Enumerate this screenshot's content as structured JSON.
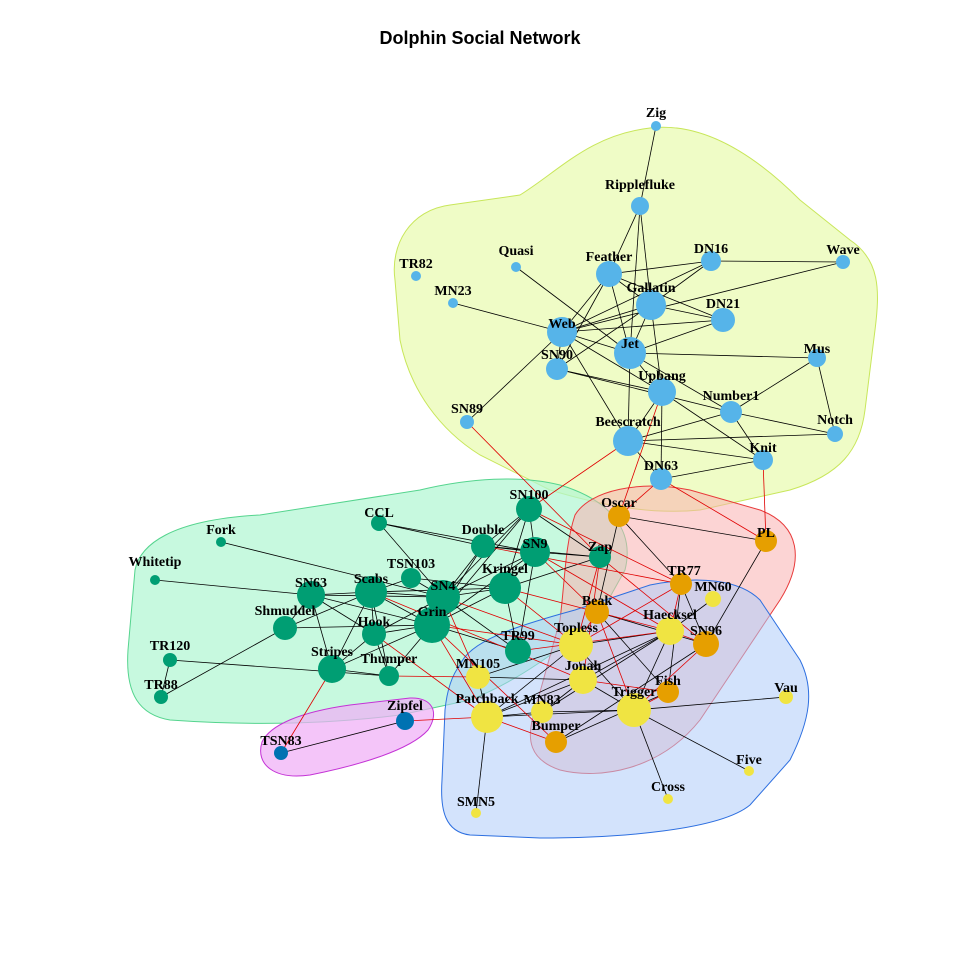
{
  "title": "Dolphin Social Network",
  "colors": {
    "group_blue_fill": "#e9fbb0",
    "group_blue_stroke": "#c8e65a",
    "group_green_fill": "#b2f6d2",
    "group_green_stroke": "#55d48e",
    "group_red_fill": "#f9b1b1",
    "group_red_stroke": "#e83a3a",
    "group_lightblue_fill": "#afccfa",
    "group_lightblue_stroke": "#2d6fe0",
    "group_magenta_fill": "#f0aef6",
    "group_magenta_stroke": "#c433d6",
    "node_skyblue": "#56b4e9",
    "node_green": "#009e73",
    "node_orange": "#e69f00",
    "node_yellow": "#f0e442",
    "node_darkblue": "#0072b2",
    "edge_within": "#000000",
    "edge_between": "#e00000"
  },
  "nodes": [
    {
      "id": "Zig",
      "label": "Zig",
      "community": "skyblue"
    },
    {
      "id": "Ripplefluke",
      "label": "Ripplefluke",
      "community": "skyblue"
    },
    {
      "id": "Quasi",
      "label": "Quasi",
      "community": "skyblue"
    },
    {
      "id": "Feather",
      "label": "Feather",
      "community": "skyblue"
    },
    {
      "id": "DN16",
      "label": "DN16",
      "community": "skyblue"
    },
    {
      "id": "Wave",
      "label": "Wave",
      "community": "skyblue"
    },
    {
      "id": "TR82",
      "label": "TR82",
      "community": "skyblue"
    },
    {
      "id": "MN23",
      "label": "MN23",
      "community": "skyblue"
    },
    {
      "id": "Gallatin",
      "label": "Gallatin",
      "community": "skyblue"
    },
    {
      "id": "DN21",
      "label": "DN21",
      "community": "skyblue"
    },
    {
      "id": "Web",
      "label": "Web",
      "community": "skyblue"
    },
    {
      "id": "Jet",
      "label": "Jet",
      "community": "skyblue"
    },
    {
      "id": "Mus",
      "label": "Mus",
      "community": "skyblue"
    },
    {
      "id": "SN90",
      "label": "SN90",
      "community": "skyblue"
    },
    {
      "id": "Upbang",
      "label": "Upbang",
      "community": "skyblue"
    },
    {
      "id": "Number1",
      "label": "Number1",
      "community": "skyblue"
    },
    {
      "id": "SN89",
      "label": "SN89",
      "community": "skyblue"
    },
    {
      "id": "Notch",
      "label": "Notch",
      "community": "skyblue"
    },
    {
      "id": "Beescratch",
      "label": "Beescratch",
      "community": "skyblue"
    },
    {
      "id": "Knit",
      "label": "Knit",
      "community": "skyblue"
    },
    {
      "id": "DN63",
      "label": "DN63",
      "community": "skyblue"
    },
    {
      "id": "SN100",
      "label": "SN100",
      "community": "green"
    },
    {
      "id": "CCL",
      "label": "CCL",
      "community": "green"
    },
    {
      "id": "Fork",
      "label": "Fork",
      "community": "green"
    },
    {
      "id": "Double",
      "label": "Double",
      "community": "green"
    },
    {
      "id": "SN9",
      "label": "SN9",
      "community": "green"
    },
    {
      "id": "Whitetip",
      "label": "Whitetip",
      "community": "green"
    },
    {
      "id": "TSN103",
      "label": "TSN103",
      "community": "green"
    },
    {
      "id": "Zap",
      "label": "Zap",
      "community": "green"
    },
    {
      "id": "Kringel",
      "label": "Kringel",
      "community": "green"
    },
    {
      "id": "SN63",
      "label": "SN63",
      "community": "green"
    },
    {
      "id": "Scabs",
      "label": "Scabs",
      "community": "green"
    },
    {
      "id": "SN4",
      "label": "SN4",
      "community": "green"
    },
    {
      "id": "Shmuddel",
      "label": "Shmuddel",
      "community": "green"
    },
    {
      "id": "Grin",
      "label": "Grin",
      "community": "green"
    },
    {
      "id": "Hook",
      "label": "Hook",
      "community": "green"
    },
    {
      "id": "TR99",
      "label": "TR99",
      "community": "green"
    },
    {
      "id": "TR120",
      "label": "TR120",
      "community": "green"
    },
    {
      "id": "Stripes",
      "label": "Stripes",
      "community": "green"
    },
    {
      "id": "Thumper",
      "label": "Thumper",
      "community": "green"
    },
    {
      "id": "TR88",
      "label": "TR88",
      "community": "green"
    },
    {
      "id": "Oscar",
      "label": "Oscar",
      "community": "orange"
    },
    {
      "id": "PL",
      "label": "PL",
      "community": "orange"
    },
    {
      "id": "TR77",
      "label": "TR77",
      "community": "orange"
    },
    {
      "id": "Beak",
      "label": "Beak",
      "community": "orange"
    },
    {
      "id": "SN96",
      "label": "SN96",
      "community": "orange"
    },
    {
      "id": "Fish",
      "label": "Fish",
      "community": "orange"
    },
    {
      "id": "Bumper",
      "label": "Bumper",
      "community": "orange"
    },
    {
      "id": "MN60",
      "label": "MN60",
      "community": "yellow"
    },
    {
      "id": "Haecksel",
      "label": "Haecksel",
      "community": "yellow"
    },
    {
      "id": "Topless",
      "label": "Topless",
      "community": "yellow"
    },
    {
      "id": "MN105",
      "label": "MN105",
      "community": "yellow"
    },
    {
      "id": "Jonah",
      "label": "Jonah",
      "community": "yellow"
    },
    {
      "id": "Patchback",
      "label": "Patchback",
      "community": "yellow"
    },
    {
      "id": "MN83",
      "label": "MN83",
      "community": "yellow"
    },
    {
      "id": "Trigger",
      "label": "Trigger",
      "community": "yellow"
    },
    {
      "id": "Vau",
      "label": "Vau",
      "community": "yellow"
    },
    {
      "id": "Five",
      "label": "Five",
      "community": "yellow"
    },
    {
      "id": "Cross",
      "label": "Cross",
      "community": "yellow"
    },
    {
      "id": "SMN5",
      "label": "SMN5",
      "community": "yellow"
    },
    {
      "id": "Zipfel",
      "label": "Zipfel",
      "community": "darkblue"
    },
    {
      "id": "TSN83",
      "label": "TSN83",
      "community": "darkblue"
    }
  ],
  "edges": [
    [
      "Zig",
      "Ripplefluke"
    ],
    [
      "Ripplefluke",
      "Feather"
    ],
    [
      "Ripplefluke",
      "Gallatin"
    ],
    [
      "Ripplefluke",
      "Jet"
    ],
    [
      "Quasi",
      "Jet"
    ],
    [
      "Feather",
      "DN16"
    ],
    [
      "Feather",
      "Gallatin"
    ],
    [
      "Feather",
      "Web"
    ],
    [
      "Feather",
      "Jet"
    ],
    [
      "Feather",
      "SN90"
    ],
    [
      "Feather",
      "DN21"
    ],
    [
      "DN16",
      "Wave"
    ],
    [
      "DN16",
      "Gallatin"
    ],
    [
      "DN16",
      "Web"
    ],
    [
      "Wave",
      "Web"
    ],
    [
      "MN23",
      "Web"
    ],
    [
      "Gallatin",
      "DN21"
    ],
    [
      "Gallatin",
      "Web"
    ],
    [
      "Gallatin",
      "Jet"
    ],
    [
      "Gallatin",
      "Upbang"
    ],
    [
      "Gallatin",
      "SN90"
    ],
    [
      "DN21",
      "Jet"
    ],
    [
      "DN21",
      "Web"
    ],
    [
      "Web",
      "Jet"
    ],
    [
      "Web",
      "SN90"
    ],
    [
      "Web",
      "Upbang"
    ],
    [
      "Web",
      "SN89"
    ],
    [
      "Web",
      "Beescratch"
    ],
    [
      "Jet",
      "Mus"
    ],
    [
      "Jet",
      "Upbang"
    ],
    [
      "Jet",
      "Number1"
    ],
    [
      "Jet",
      "Beescratch"
    ],
    [
      "SN90",
      "Upbang"
    ],
    [
      "SN90",
      "Number1"
    ],
    [
      "Upbang",
      "Beescratch"
    ],
    [
      "Upbang",
      "DN63"
    ],
    [
      "Upbang",
      "Knit"
    ],
    [
      "Number1",
      "Mus"
    ],
    [
      "Number1",
      "Notch"
    ],
    [
      "Number1",
      "Beescratch"
    ],
    [
      "Mus",
      "Notch"
    ],
    [
      "Beescratch",
      "Knit"
    ],
    [
      "Beescratch",
      "DN63"
    ],
    [
      "Beescratch",
      "Notch"
    ],
    [
      "Knit",
      "DN63"
    ],
    [
      "Knit",
      "Number1"
    ],
    [
      "CCL",
      "Double"
    ],
    [
      "CCL",
      "SN4"
    ],
    [
      "CCL",
      "SN9"
    ],
    [
      "Fork",
      "SN4"
    ],
    [
      "SN100",
      "SN9"
    ],
    [
      "SN100",
      "Double"
    ],
    [
      "SN100",
      "Kringel"
    ],
    [
      "SN100",
      "Grin"
    ],
    [
      "SN100",
      "SN4"
    ],
    [
      "SN100",
      "Zap"
    ],
    [
      "Double",
      "SN9"
    ],
    [
      "Double",
      "SN4"
    ],
    [
      "Double",
      "Grin"
    ],
    [
      "Double",
      "Zap"
    ],
    [
      "SN9",
      "Kringel"
    ],
    [
      "SN9",
      "SN4"
    ],
    [
      "SN9",
      "Grin"
    ],
    [
      "SN9",
      "Zap"
    ],
    [
      "SN9",
      "TR99"
    ],
    [
      "Whitetip",
      "SN63"
    ],
    [
      "TSN103",
      "SN4"
    ],
    [
      "TSN103",
      "Scabs"
    ],
    [
      "TSN103",
      "Kringel"
    ],
    [
      "Zap",
      "Kringel"
    ],
    [
      "Kringel",
      "SN4"
    ],
    [
      "Kringel",
      "Grin"
    ],
    [
      "Kringel",
      "TR99"
    ],
    [
      "Kringel",
      "Scabs"
    ],
    [
      "SN63",
      "Scabs"
    ],
    [
      "SN63",
      "SN4"
    ],
    [
      "SN63",
      "Shmuddel"
    ],
    [
      "SN63",
      "Hook"
    ],
    [
      "SN63",
      "Stripes"
    ],
    [
      "SN63",
      "Grin"
    ],
    [
      "Scabs",
      "SN4"
    ],
    [
      "Scabs",
      "Grin"
    ],
    [
      "Scabs",
      "Hook"
    ],
    [
      "Scabs",
      "Shmuddel"
    ],
    [
      "Scabs",
      "Thumper"
    ],
    [
      "Scabs",
      "Stripes"
    ],
    [
      "SN4",
      "Grin"
    ],
    [
      "SN4",
      "Hook"
    ],
    [
      "SN4",
      "TR99"
    ],
    [
      "Shmuddel",
      "Grin"
    ],
    [
      "Shmuddel",
      "TR88"
    ],
    [
      "Grin",
      "Hook"
    ],
    [
      "Grin",
      "TR99"
    ],
    [
      "Grin",
      "Thumper"
    ],
    [
      "Grin",
      "Stripes"
    ],
    [
      "Hook",
      "Stripes"
    ],
    [
      "Hook",
      "Thumper"
    ],
    [
      "TR120",
      "TR88"
    ],
    [
      "TR120",
      "Thumper"
    ],
    [
      "Stripes",
      "Thumper"
    ],
    [
      "Oscar",
      "PL"
    ],
    [
      "Oscar",
      "TR77"
    ],
    [
      "Oscar",
      "Beak"
    ],
    [
      "PL",
      "SN96"
    ],
    [
      "TR77",
      "SN96"
    ],
    [
      "TR77",
      "Fish"
    ],
    [
      "Beak",
      "Fish"
    ],
    [
      "Beak",
      "SN96"
    ],
    [
      "SN96",
      "Bumper"
    ],
    [
      "Fish",
      "Bumper"
    ],
    [
      "MN60",
      "Haecksel"
    ],
    [
      "Haecksel",
      "Topless"
    ],
    [
      "Haecksel",
      "Jonah"
    ],
    [
      "Haecksel",
      "Trigger"
    ],
    [
      "Topless",
      "Jonah"
    ],
    [
      "Topless",
      "Trigger"
    ],
    [
      "Topless",
      "Patchback"
    ],
    [
      "Topless",
      "MN105"
    ],
    [
      "MN105",
      "Patchback"
    ],
    [
      "MN105",
      "Jonah"
    ],
    [
      "Jonah",
      "Trigger"
    ],
    [
      "Jonah",
      "MN83"
    ],
    [
      "Jonah",
      "Patchback"
    ],
    [
      "Patchback",
      "Trigger"
    ],
    [
      "Patchback",
      "MN83"
    ],
    [
      "Patchback",
      "SMN5"
    ],
    [
      "MN83",
      "Trigger"
    ],
    [
      "Trigger",
      "Vau"
    ],
    [
      "Trigger",
      "Five"
    ],
    [
      "Trigger",
      "Cross"
    ],
    [
      "Haecksel",
      "SN96"
    ],
    [
      "Topless",
      "Beak"
    ],
    [
      "Jonah",
      "Fish"
    ],
    [
      "Trigger",
      "Fish"
    ],
    [
      "Patchback",
      "Bumper"
    ],
    [
      "Trigger",
      "Beak"
    ],
    [
      "MN83",
      "Haecksel"
    ],
    [
      "Haecksel",
      "Beak"
    ],
    [
      "Topless",
      "TR77"
    ],
    [
      "Haecksel",
      "TR77"
    ],
    [
      "Trigger",
      "SN96"
    ],
    [
      "Patchback",
      "Haecksel"
    ],
    [
      "Zipfel",
      "TSN83"
    ],
    [
      "Zipfel",
      "Patchback"
    ],
    [
      "SN89",
      "Zap"
    ],
    [
      "Beescratch",
      "SN100"
    ],
    [
      "DN63",
      "Oscar"
    ],
    [
      "DN63",
      "PL"
    ],
    [
      "Knit",
      "PL"
    ],
    [
      "Upbang",
      "Oscar"
    ],
    [
      "SN9",
      "Beak"
    ],
    [
      "Zap",
      "Topless"
    ],
    [
      "Grin",
      "Topless"
    ],
    [
      "Kringel",
      "Topless"
    ],
    [
      "SN4",
      "Topless"
    ],
    [
      "Grin",
      "Patchback"
    ],
    [
      "Double",
      "TR77"
    ],
    [
      "SN9",
      "Haecksel"
    ],
    [
      "Zap",
      "Jonah"
    ],
    [
      "Scabs",
      "Jonah"
    ],
    [
      "SN100",
      "TR77"
    ],
    [
      "Kringel",
      "Beak"
    ],
    [
      "Thumper",
      "MN105"
    ],
    [
      "Stripes",
      "TSN83"
    ],
    [
      "Hook",
      "Patchback"
    ],
    [
      "Grin",
      "Bumper"
    ],
    [
      "TR99",
      "Haecksel"
    ],
    [
      "SN4",
      "MN105"
    ],
    [
      "Zap",
      "SN96"
    ]
  ],
  "groups": [
    {
      "name": "skyblue",
      "members": [
        "Zig",
        "Ripplefluke",
        "Quasi",
        "Feather",
        "DN16",
        "Wave",
        "TR82",
        "MN23",
        "Gallatin",
        "DN21",
        "Web",
        "Jet",
        "Mus",
        "SN90",
        "Upbang",
        "Number1",
        "SN89",
        "Notch",
        "Beescratch",
        "Knit",
        "DN63"
      ]
    },
    {
      "name": "green",
      "members": [
        "SN100",
        "CCL",
        "Fork",
        "Double",
        "SN9",
        "Whitetip",
        "TSN103",
        "Zap",
        "Kringel",
        "SN63",
        "Scabs",
        "SN4",
        "Shmuddel",
        "Grin",
        "Hook",
        "TR99",
        "TR120",
        "Stripes",
        "Thumper",
        "TR88"
      ]
    },
    {
      "name": "orange",
      "members": [
        "Oscar",
        "PL",
        "TR77",
        "Beak",
        "SN96",
        "Fish",
        "Bumper"
      ]
    },
    {
      "name": "yellow",
      "members": [
        "MN60",
        "Haecksel",
        "Topless",
        "MN105",
        "Jonah",
        "Patchback",
        "MN83",
        "Trigger",
        "Vau",
        "Five",
        "Cross",
        "SMN5"
      ]
    },
    {
      "name": "darkblue",
      "members": [
        "Zipfel",
        "TSN83"
      ]
    }
  ]
}
